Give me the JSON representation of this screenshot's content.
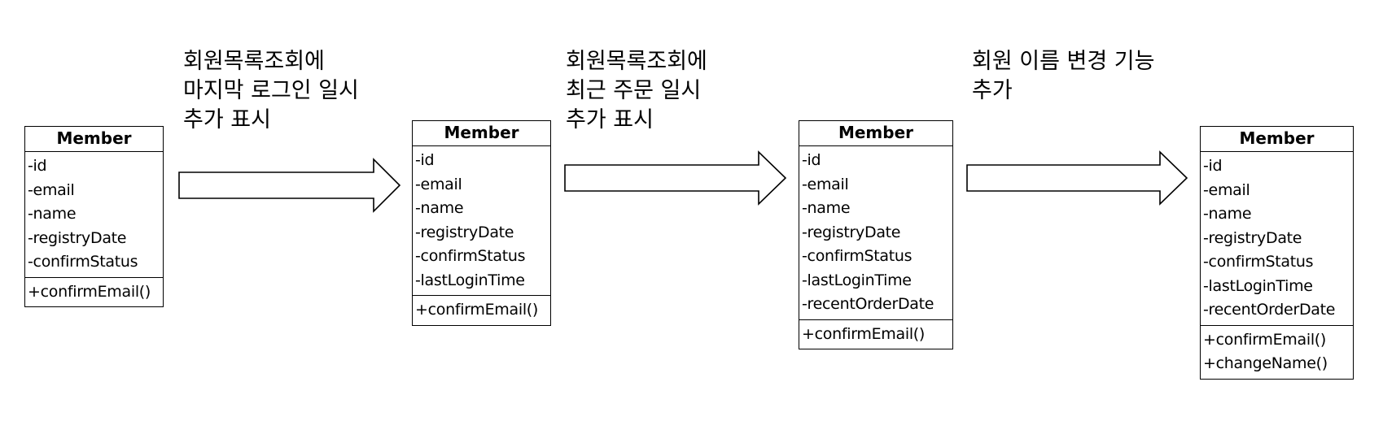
{
  "classes": [
    {
      "name": "Member",
      "attributes": [
        "-id",
        "-email",
        "-name",
        "-registryDate",
        "-confirmStatus"
      ],
      "operations": [
        "+confirmEmail()"
      ]
    },
    {
      "name": "Member",
      "attributes": [
        "-id",
        "-email",
        "-name",
        "-registryDate",
        "-confirmStatus",
        "-lastLoginTime"
      ],
      "operations": [
        "+confirmEmail()"
      ]
    },
    {
      "name": "Member",
      "attributes": [
        "-id",
        "-email",
        "-name",
        "-registryDate",
        "-confirmStatus",
        "-lastLoginTime",
        "-recentOrderDate"
      ],
      "operations": [
        "+confirmEmail()"
      ]
    },
    {
      "name": "Member",
      "attributes": [
        "-id",
        "-email",
        "-name",
        "-registryDate",
        "-confirmStatus",
        "-lastLoginTime",
        "-recentOrderDate"
      ],
      "operations": [
        "+confirmEmail()",
        "+changeName()"
      ]
    }
  ],
  "transitions": [
    {
      "lines": [
        "회원목록조회에",
        "마지막 로그인 일시",
        "추가 표시"
      ]
    },
    {
      "lines": [
        "회원목록조회에",
        "최근 주문 일시",
        "추가 표시"
      ]
    },
    {
      "lines": [
        "회원 이름 변경 기능",
        "추가"
      ]
    }
  ]
}
